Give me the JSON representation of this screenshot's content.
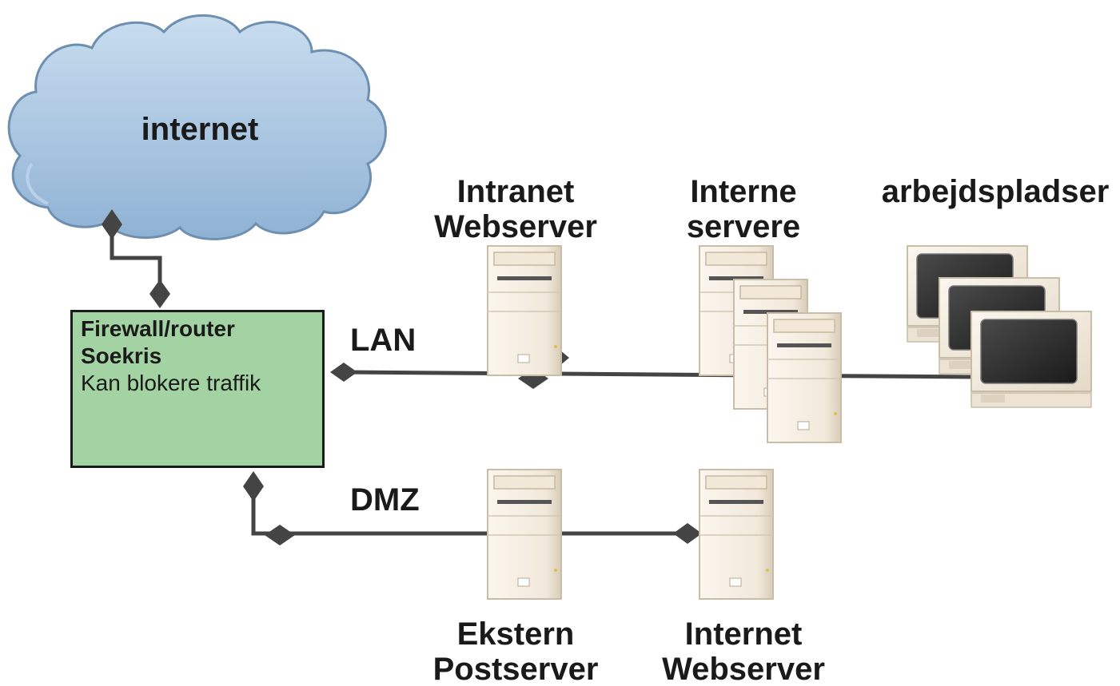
{
  "cloud": {
    "label": "internet"
  },
  "firewall": {
    "line1": "Firewall/router",
    "line2": "Soekris",
    "line3": "Kan blokere traffik"
  },
  "networks": {
    "lan": "LAN",
    "dmz": "DMZ"
  },
  "nodes": {
    "intranet_webserver": {
      "line1": "Intranet",
      "line2": "Webserver"
    },
    "interne_servere": {
      "line1": "Interne",
      "line2": "servere"
    },
    "arbejdspladser": {
      "line1": "arbejdspladser"
    },
    "ekstern_postserver": {
      "line1": "Ekstern",
      "line2": "Postserver"
    },
    "internet_webserver": {
      "line1": "Internet",
      "line2": "Webserver"
    }
  },
  "colors": {
    "cloud_fill": "#a9c7e2",
    "cloud_stroke": "#6f8fb0",
    "firewall_fill": "#a3d3a3",
    "connector": "#444444",
    "server_body": "#f6efe4",
    "monitor_screen": "#2a2a2a"
  }
}
